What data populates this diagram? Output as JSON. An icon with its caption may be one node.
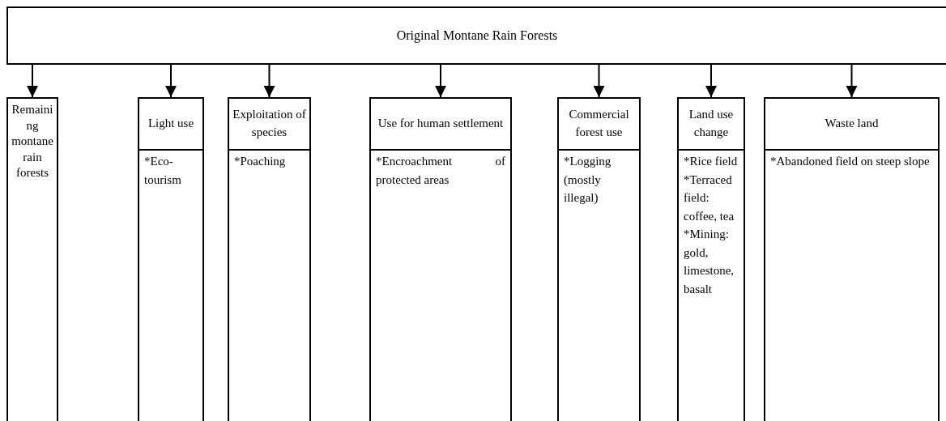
{
  "diagram": {
    "nodes": [
      {
        "text": [
          "Original Montane Rain Forests"
        ]
      },
      {
        "text": [
          "Remaining montane rain forests"
        ]
      },
      {
        "text": [
          "Light use",
          "*Eco-tourism"
        ]
      },
      {
        "text": [
          "Exploitation of species",
          "*Poaching"
        ]
      },
      {
        "text": [
          "Use for human settlement",
          "*Encroachment of protected areas"
        ]
      },
      {
        "text": [
          "Commercial forest use",
          "*Logging (mostly illegal)"
        ]
      },
      {
        "text": [
          "Land use change",
          "*Rice field",
          "*Terraced field: coffee, tea",
          "*Mining: gold, limestone, basalt"
        ]
      },
      {
        "text": [
          "Waste land",
          "*Abandoned field on steep slope"
        ]
      }
    ],
    "edges": [
      {
        "from": 0,
        "to": 1,
        "arrow": "to"
      },
      {
        "from": 0,
        "to": 2,
        "arrow": "to"
      },
      {
        "from": 0,
        "to": 3,
        "arrow": "to"
      },
      {
        "from": 0,
        "to": 4,
        "arrow": "to"
      },
      {
        "from": 0,
        "to": 5,
        "arrow": "to"
      },
      {
        "from": 0,
        "to": 6,
        "arrow": "to"
      },
      {
        "from": 0,
        "to": 7,
        "arrow": "to"
      }
    ]
  }
}
